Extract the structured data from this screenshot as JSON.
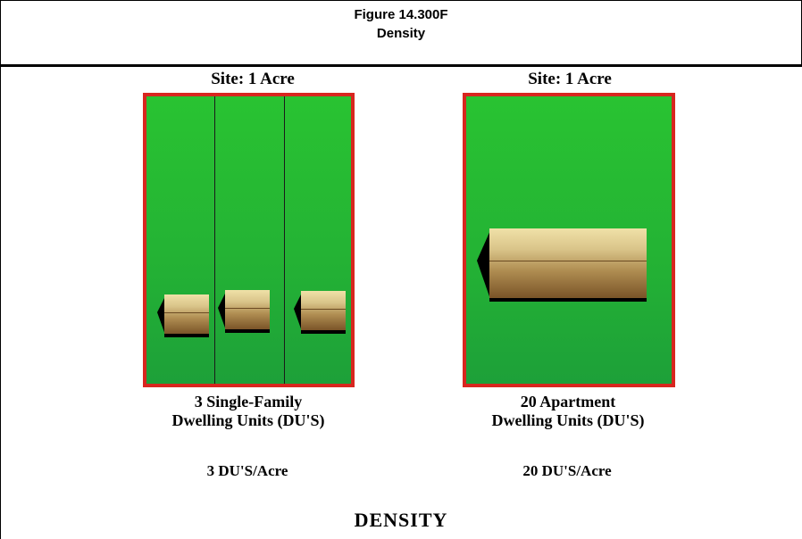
{
  "figure": {
    "number": "Figure 14.300F",
    "title": "Density"
  },
  "left_panel": {
    "site_label": "Site:  1 Acre",
    "line1": "3  Single-Family",
    "line2": "Dwelling Units (DU'S)",
    "density": "3 DU'S/Acre",
    "lot_count": 3,
    "building_count": 3
  },
  "right_panel": {
    "site_label": "Site:  1 Acre",
    "line1": "20 Apartment",
    "line2": "Dwelling Units (DU'S)",
    "density": "20 DU'S/Acre",
    "building_count": 1
  },
  "footer_title": "DENSITY",
  "colors": {
    "lot_fill": "#24b334",
    "lot_border": "#d8261f",
    "building_light": "#f0e1a8",
    "building_dark": "#7a5428"
  }
}
